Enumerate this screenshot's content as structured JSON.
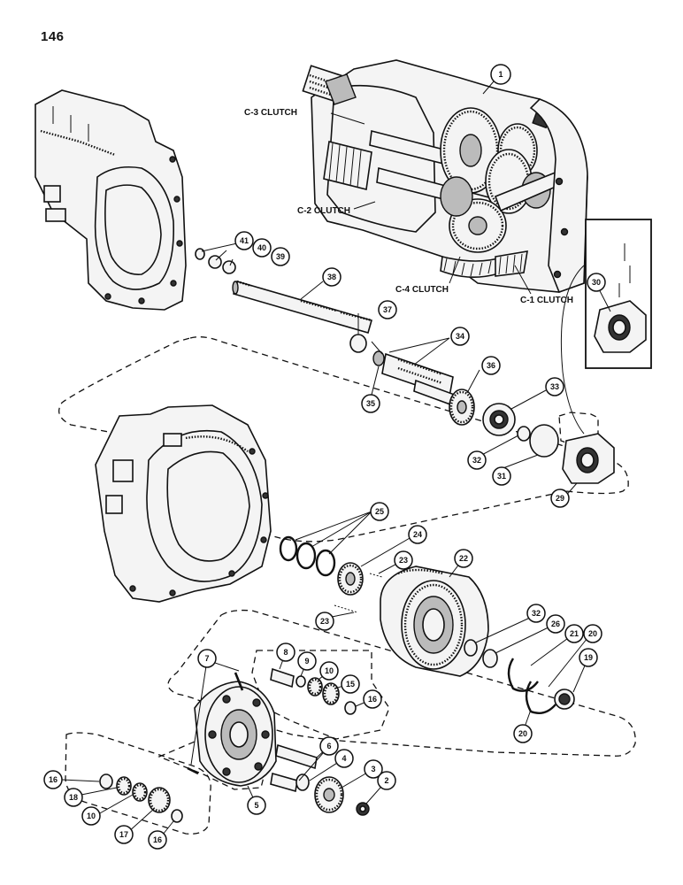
{
  "page": {
    "number": "146"
  },
  "clutch_labels": {
    "c3": "C-3 CLUTCH",
    "c2": "C-2 CLUTCH",
    "c4": "C-4 CLUTCH",
    "c1": "C-1 CLUTCH"
  },
  "callouts": {
    "n1": "1",
    "n2": "2",
    "n3": "3",
    "n4": "4",
    "n5": "5",
    "n6": "6",
    "n7": "7",
    "n8": "8",
    "n9": "9",
    "n10": "10",
    "n15": "15",
    "n16": "16",
    "n17": "17",
    "n18": "18",
    "n19": "19",
    "n20": "20",
    "n21": "21",
    "n22": "22",
    "n23": "23",
    "n24": "24",
    "n25": "25",
    "n26": "26",
    "n29": "29",
    "n30": "30",
    "n31": "31",
    "n32": "32",
    "n33": "33",
    "n34": "34",
    "n35": "35",
    "n36": "36",
    "n37": "37",
    "n38": "38",
    "n39": "39",
    "n40": "40",
    "n41": "41"
  }
}
